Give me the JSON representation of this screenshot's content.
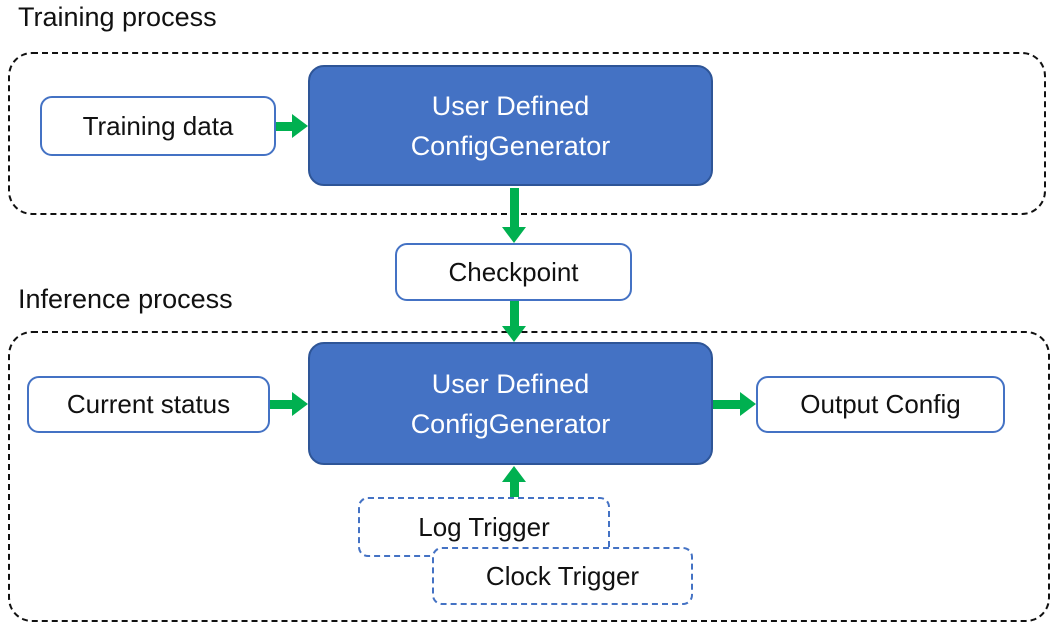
{
  "colors": {
    "box_fill_blue": "#4472C4",
    "box_border_dark_blue": "#2E5597",
    "white_box_border_blue": "#4472C4",
    "arrow_green": "#00B050",
    "container_dash_black": "#111111",
    "text_dark": "#111111",
    "text_white": "#ffffff"
  },
  "training": {
    "label": "Training process",
    "input_label": "Training data",
    "generator_line1": "User Defined",
    "generator_line2": "ConfigGenerator"
  },
  "checkpoint_label": "Checkpoint",
  "inference": {
    "label": "Inference process",
    "input_label": "Current status",
    "generator_line1": "User Defined",
    "generator_line2": "ConfigGenerator",
    "output_label": "Output Config",
    "log_trigger_label": "Log Trigger",
    "clock_trigger_label": "Clock Trigger"
  }
}
